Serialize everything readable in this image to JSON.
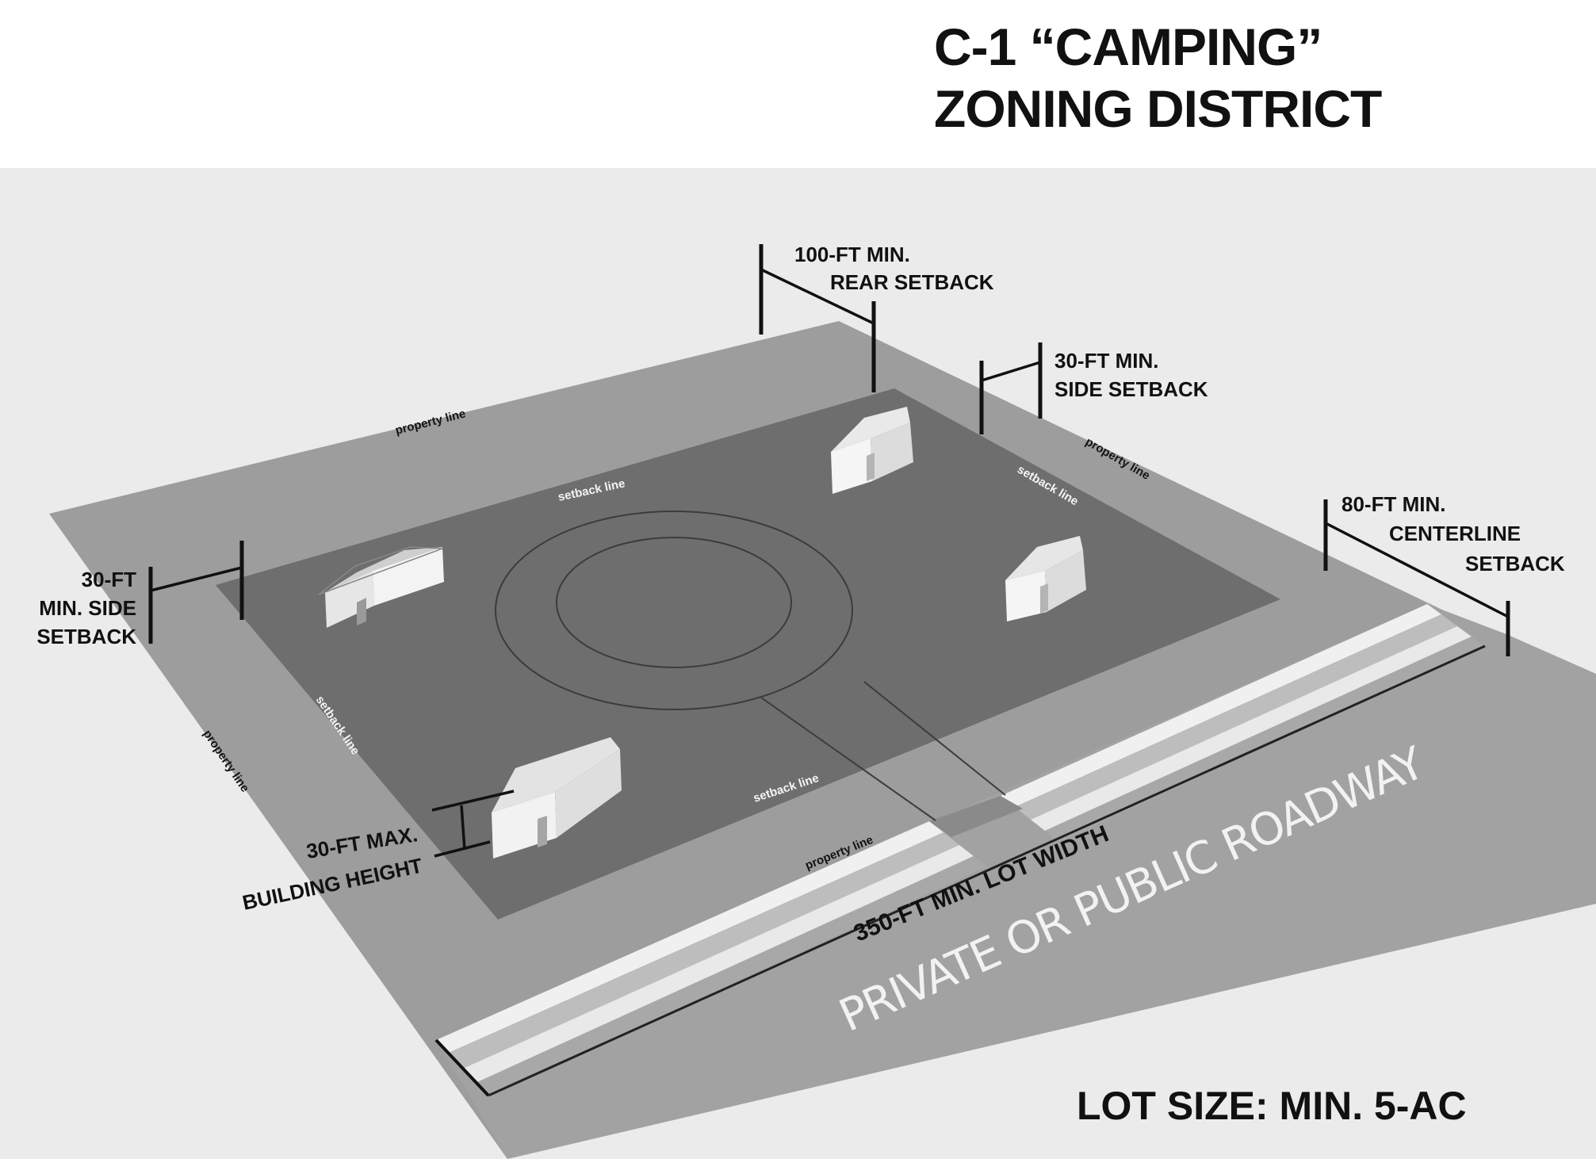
{
  "title": {
    "line1": "C-1 “CAMPING”",
    "line2": "ZONING DISTRICT"
  },
  "dimensions": {
    "rear_setback": [
      "100-FT MIN.",
      "REAR SETBACK"
    ],
    "right_side_setback": [
      "30-FT MIN.",
      "SIDE SETBACK"
    ],
    "centerline_setback": [
      "80-FT MIN.",
      "CENTERLINE",
      "SETBACK"
    ],
    "left_side_setback": [
      "30-FT",
      "MIN. SIDE",
      "SETBACK"
    ],
    "building_height": [
      "30-FT MAX.",
      "BUILDING HEIGHT"
    ],
    "lot_width": "350-FT MIN. LOT WIDTH"
  },
  "line_labels": {
    "property_line": "property line",
    "setback_line": "setback line"
  },
  "roadway": "PRIVATE OR PUBLIC ROADWAY",
  "lot_size": "LOT SIZE: MIN. 5-AC",
  "colors": {
    "background_band": "#ebebeb",
    "property_area": "#9d9d9d",
    "buildable_area": "#6e6e6e",
    "road_surface": "#a2a2a2",
    "road_stripe_light": "#efefef",
    "road_stripe_mid": "#c4c4c4",
    "text": "#111111"
  }
}
